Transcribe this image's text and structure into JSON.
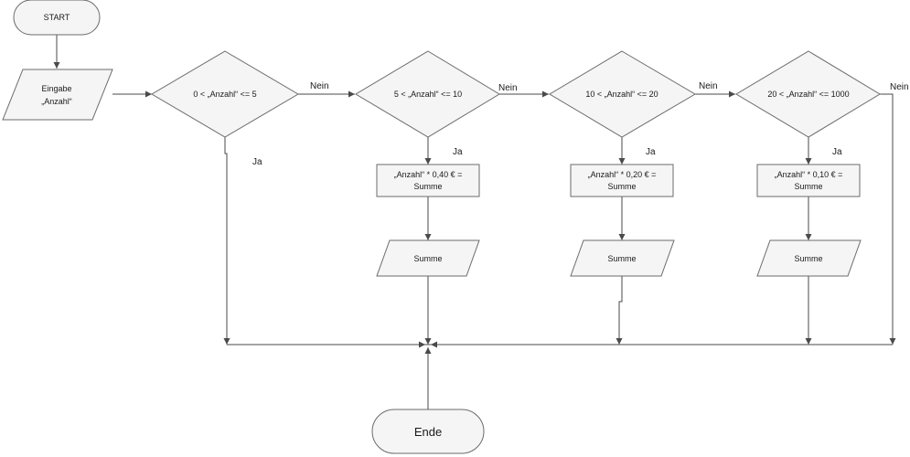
{
  "nodes": {
    "start": "START",
    "input_line1": "Eingabe",
    "input_line2": "„Anzahl“",
    "cond1": "0 < „Anzahl“ <= 5",
    "cond2": "5 < „Anzahl“ <= 10",
    "cond3": "10 < „Anzahl“ <= 20",
    "cond4": "20 < „Anzahl“ <= 1000",
    "calc1_line1": "„Anzahl“ * 0,40 € =",
    "calc1_line2": "Summe",
    "calc2_line1": "„Anzahl“ * 0,20 € =",
    "calc2_line2": "Summe",
    "calc3_line1": "„Anzahl“ * 0,10 € =",
    "calc3_line2": "Summe",
    "out1": "Summe",
    "out2": "Summe",
    "out3": "Summe",
    "end": "Ende"
  },
  "edges": {
    "no1": "Nein",
    "no2": "Nein",
    "no3": "Nein",
    "no4": "Nein",
    "yes1": "Ja",
    "yes2": "Ja",
    "yes3": "Ja",
    "yes4": "Ja"
  }
}
